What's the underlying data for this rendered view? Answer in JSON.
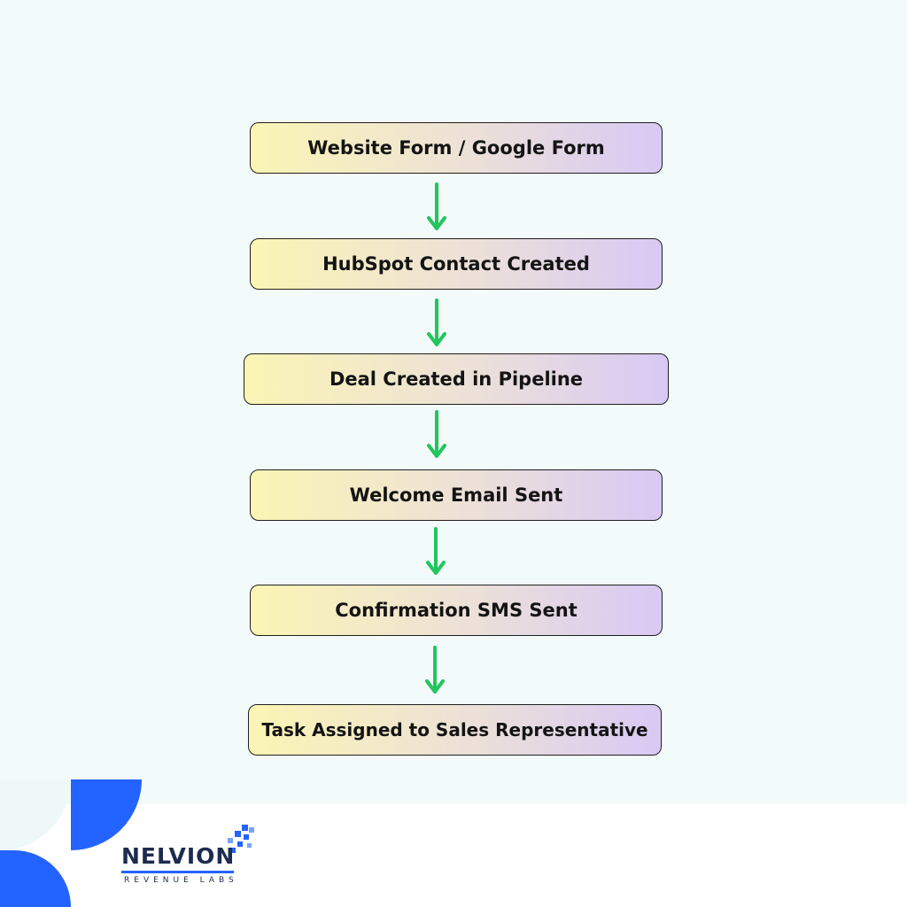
{
  "flow": {
    "steps": [
      "Website Form / Google Form",
      "HubSpot Contact Created",
      "Deal Created in Pipeline",
      "Welcome Email Sent",
      "Confirmation SMS Sent",
      "Task Assigned to Sales Representative"
    ]
  },
  "brand": {
    "name": "NELVION",
    "tagline": "REVENUE LABS"
  },
  "colors": {
    "arrow": "#22c55e",
    "accent_blue": "#2363ff",
    "box_gradient_start": "#fbf5b4",
    "box_gradient_end": "#d8c9f5"
  },
  "icons": {
    "arrow": "arrow-down-icon",
    "logo_mark": "pixel-dots-icon"
  }
}
